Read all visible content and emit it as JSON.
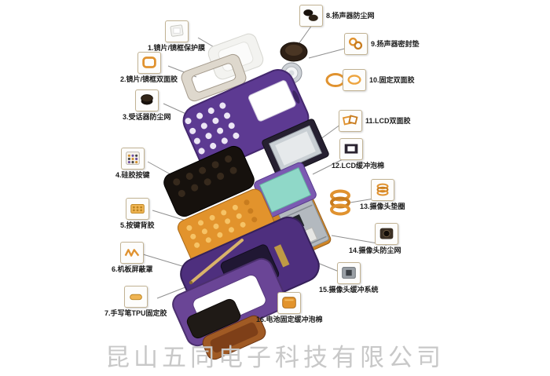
{
  "watermark": "昆山五同电子科技有限公司",
  "colors": {
    "accent_orange": "#e0922f",
    "housing_purple": "#5d3a92",
    "back_purple": "#4e2f7e",
    "lcd_teal": "#8fd8c8",
    "watermark_gray": "#c8c8c8"
  },
  "callouts": [
    {
      "num": "1",
      "text": "1.镜片/镜框保护膜",
      "icon": "protective-film-icon"
    },
    {
      "num": "2",
      "text": "2.镜片/镜框双面胶",
      "icon": "lens-frame-adhesive-icon"
    },
    {
      "num": "3",
      "text": "3.受话器防尘网",
      "icon": "receiver-dust-mesh-icon"
    },
    {
      "num": "4",
      "text": "4.硅胶按键",
      "icon": "silicone-keypad-icon"
    },
    {
      "num": "5",
      "text": "5.按键背胶",
      "icon": "keypad-backing-adhesive-icon"
    },
    {
      "num": "6",
      "text": "6.机板屏蔽罩",
      "icon": "board-shield-icon"
    },
    {
      "num": "7",
      "text": "7.手写笔TPU固定胶",
      "icon": "stylus-tpu-adhesive-icon"
    },
    {
      "num": "8",
      "text": "8.扬声器防尘网",
      "icon": "speaker-dust-mesh-icon"
    },
    {
      "num": "9",
      "text": "9.扬声器密封垫",
      "icon": "speaker-gasket-icon"
    },
    {
      "num": "10",
      "text": "10.固定双面胶",
      "icon": "fixing-adhesive-icon"
    },
    {
      "num": "11",
      "text": "11.LCD双面胶",
      "icon": "lcd-adhesive-icon"
    },
    {
      "num": "12",
      "text": "12.LCD缓冲泡棉",
      "icon": "lcd-foam-icon"
    },
    {
      "num": "13",
      "text": "13.摄像头垫圈",
      "icon": "camera-gasket-icon"
    },
    {
      "num": "14",
      "text": "14.摄像头防尘网",
      "icon": "camera-dust-mesh-icon"
    },
    {
      "num": "15",
      "text": "15.摄像头缓冲系统",
      "icon": "camera-buffer-icon"
    },
    {
      "num": "16",
      "text": "16.电池固定缓冲泡棉",
      "icon": "battery-foam-icon"
    }
  ]
}
